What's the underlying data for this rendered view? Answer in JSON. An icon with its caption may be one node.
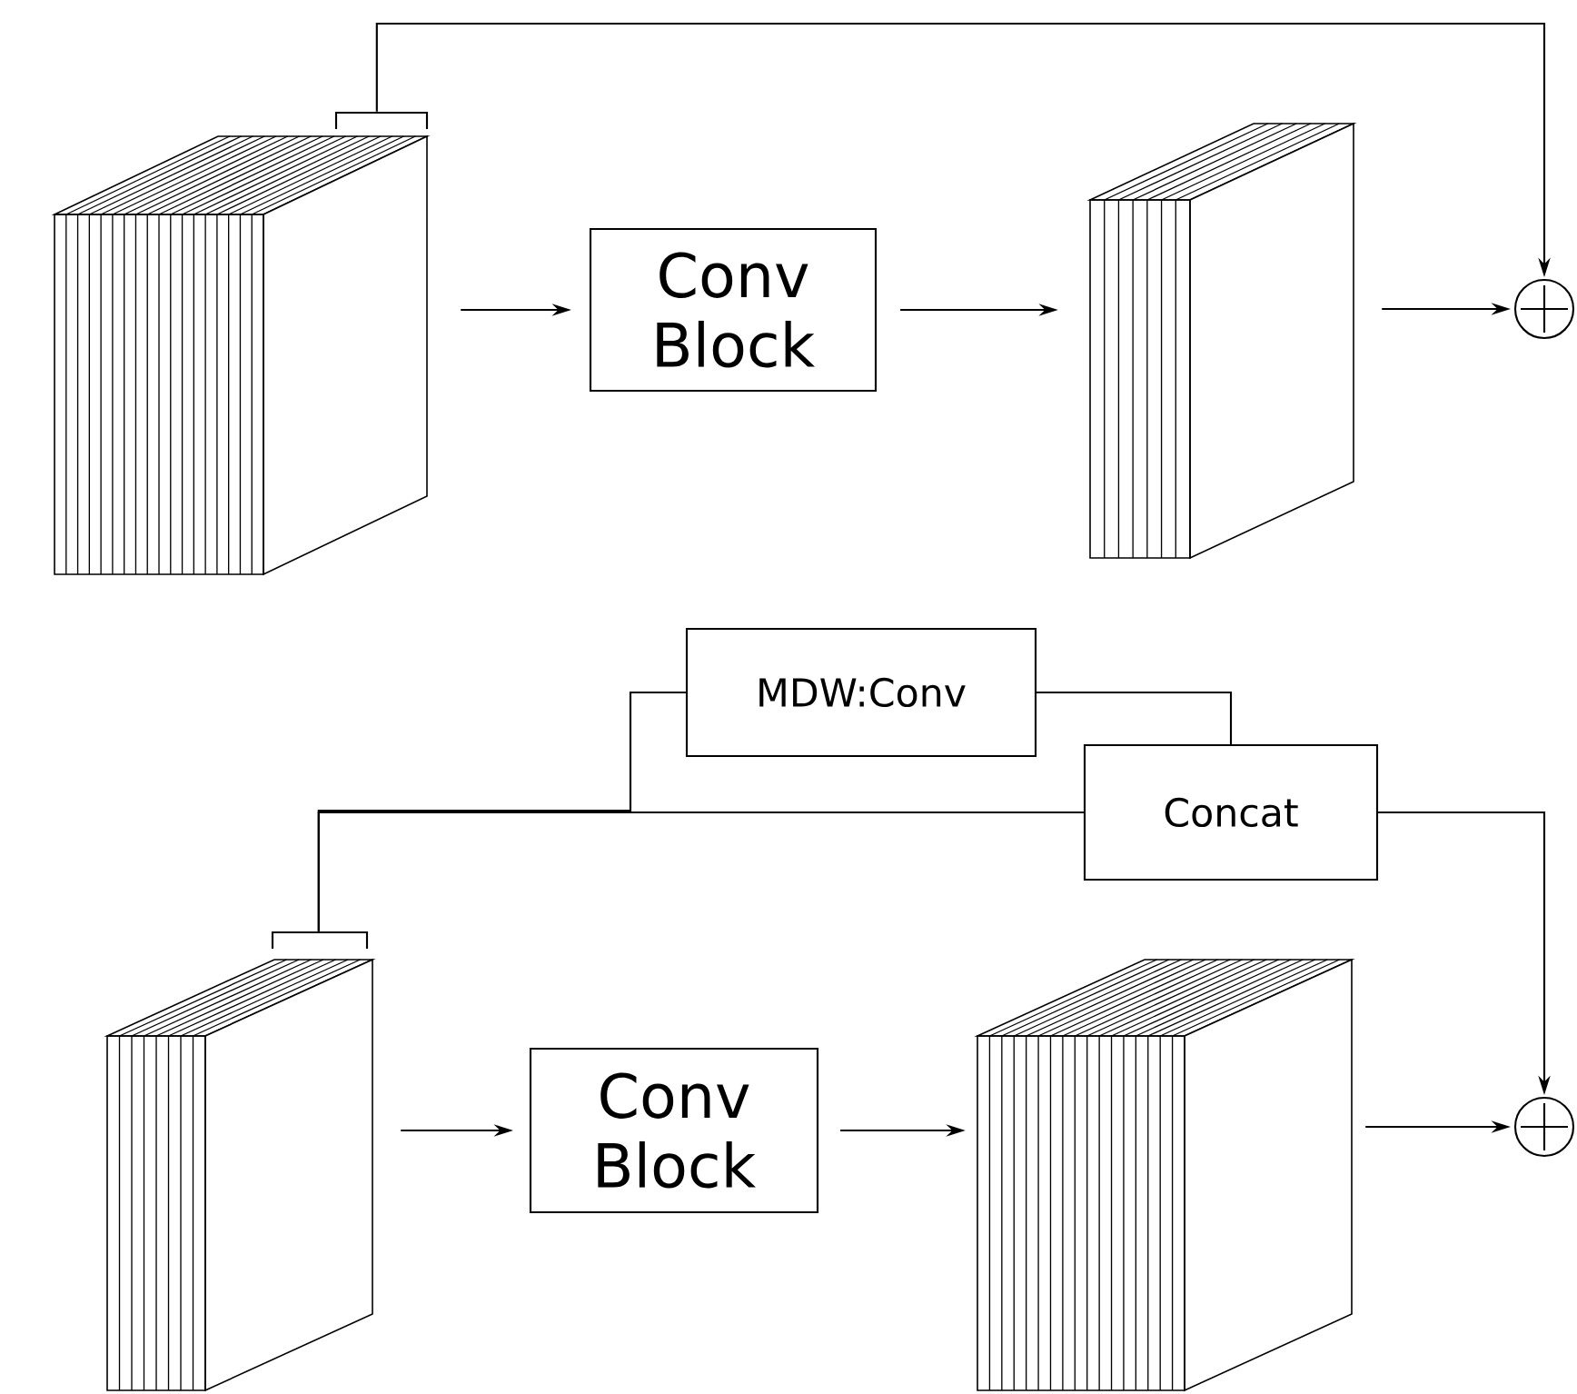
{
  "diagram": {
    "nodes": [
      {
        "text": [],
        "shape": "box"
      },
      {
        "text": [
          "Conv Block"
        ]
      },
      {
        "text": [],
        "shape": "box"
      },
      {
        "text": [],
        "shape": "circle"
      },
      {
        "text": [],
        "shape": "box"
      },
      {
        "text": [
          "MDW:Conv"
        ]
      },
      {
        "text": [
          "Concat"
        ]
      },
      {
        "text": [
          "Conv Block"
        ]
      },
      {
        "text": [],
        "shape": "box"
      },
      {
        "text": [],
        "shape": "circle"
      }
    ],
    "edges": [
      {
        "from": 0,
        "to": 1,
        "arrow": "to"
      },
      {
        "from": 1,
        "to": 2,
        "arrow": "to"
      },
      {
        "from": 2,
        "to": 3,
        "arrow": "to"
      },
      {
        "from": 0,
        "to": 3,
        "arrow": "to"
      },
      {
        "from": 4,
        "to": 7,
        "arrow": "to"
      },
      {
        "from": 7,
        "to": 8,
        "arrow": "to"
      },
      {
        "from": 8,
        "to": 9,
        "arrow": "to"
      },
      {
        "from": 4,
        "to": 5,
        "arrow": "none"
      },
      {
        "from": 4,
        "to": 6,
        "arrow": "none"
      },
      {
        "from": 5,
        "to": 6,
        "arrow": "none"
      },
      {
        "from": 6,
        "to": 9,
        "arrow": "to"
      }
    ]
  }
}
